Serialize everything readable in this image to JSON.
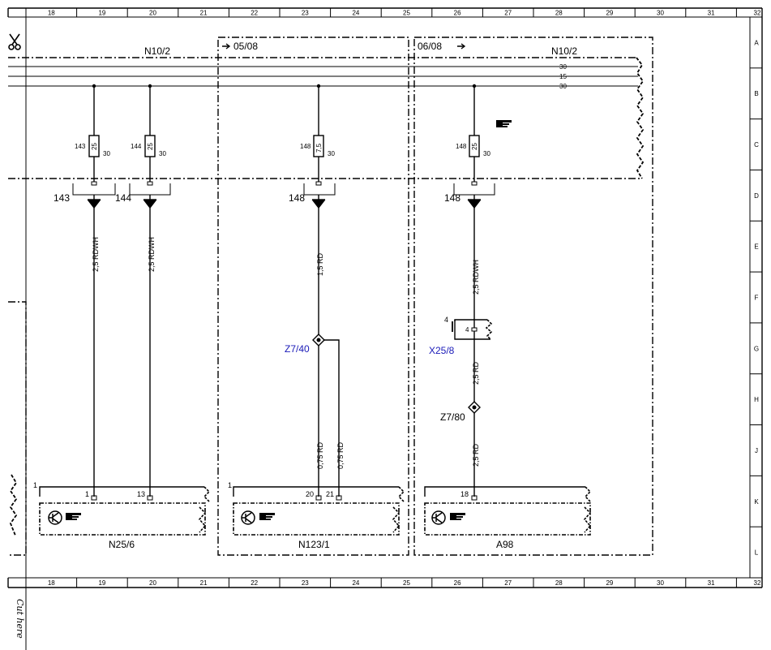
{
  "ruler_columns": [
    "18",
    "19",
    "20",
    "21",
    "22",
    "23",
    "24",
    "25",
    "26",
    "27",
    "28",
    "29",
    "30",
    "31",
    "32"
  ],
  "ruler_rows": [
    "A",
    "B",
    "C",
    "D",
    "E",
    "F",
    "G",
    "H",
    "J",
    "K",
    "L"
  ],
  "bus": {
    "label": "N10/2",
    "rails": [
      "30",
      "15",
      "30"
    ]
  },
  "sections": [
    {
      "ref": "05/08"
    },
    {
      "ref": "06/08",
      "label": "N10/2"
    }
  ],
  "fuses": [
    {
      "number": "143",
      "rating": "25",
      "rail": "30",
      "terminal": "143",
      "wire": "2,5 RDWH"
    },
    {
      "number": "144",
      "rating": "25",
      "rail": "30",
      "terminal": "144",
      "wire": "2,5 RDWH"
    },
    {
      "number": "148",
      "rating": "7,5",
      "rail": "30",
      "terminal": "148",
      "wire": "1,5 RD"
    },
    {
      "number": "148",
      "rating": "25",
      "rail": "30",
      "terminal": "148",
      "wire": "2,5 RDWH"
    }
  ],
  "splices": [
    {
      "label": "Z7/40",
      "branch_wires": [
        "0,75 RD",
        "0,75 RD"
      ]
    },
    {
      "label": "Z7/80"
    }
  ],
  "connector": {
    "label": "X25/8",
    "pin_outer": "4",
    "pin_inner": "4",
    "wire_in": "2,5 RD",
    "wire_out": "2,5 RD"
  },
  "modules": [
    {
      "label": "N25/6",
      "corner_pin": "1",
      "pins": [
        "1",
        "13"
      ]
    },
    {
      "label": "N123/1",
      "corner_pin": "1",
      "pins": [
        "20",
        "21"
      ]
    },
    {
      "label": "A98",
      "pins": [
        "18"
      ]
    }
  ],
  "cut_text": "Cut here",
  "colors": {
    "line": "#000000",
    "label_blue": "#1a1ab8"
  }
}
